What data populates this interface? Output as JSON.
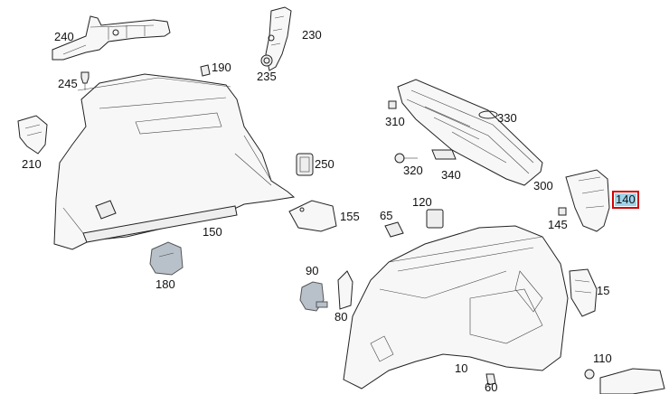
{
  "diagram": {
    "highlight_color": "#9ed3ea",
    "highlight_border": "#d40000",
    "callouts": [
      {
        "id": "240",
        "text": "240"
      },
      {
        "id": "230",
        "text": "230"
      },
      {
        "id": "190",
        "text": "190"
      },
      {
        "id": "235",
        "text": "235"
      },
      {
        "id": "245",
        "text": "245"
      },
      {
        "id": "210",
        "text": "210"
      },
      {
        "id": "250",
        "text": "250"
      },
      {
        "id": "155",
        "text": "155"
      },
      {
        "id": "150",
        "text": "150"
      },
      {
        "id": "180",
        "text": "180"
      },
      {
        "id": "310",
        "text": "310"
      },
      {
        "id": "330",
        "text": "330"
      },
      {
        "id": "320",
        "text": "320"
      },
      {
        "id": "340",
        "text": "340"
      },
      {
        "id": "300",
        "text": "300"
      },
      {
        "id": "120",
        "text": "120"
      },
      {
        "id": "65",
        "text": "65"
      },
      {
        "id": "140",
        "text": "140",
        "highlighted": true
      },
      {
        "id": "145",
        "text": "145"
      },
      {
        "id": "90",
        "text": "90"
      },
      {
        "id": "80",
        "text": "80"
      },
      {
        "id": "15",
        "text": "15"
      },
      {
        "id": "110",
        "text": "110"
      },
      {
        "id": "10",
        "text": "10"
      },
      {
        "id": "60",
        "text": "60"
      }
    ]
  }
}
